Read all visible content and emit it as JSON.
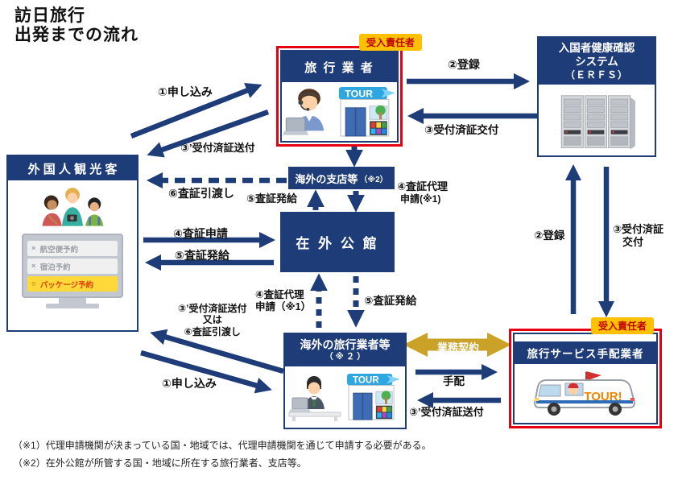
{
  "title": {
    "lines": [
      "訪日旅行",
      "出発までの流れ"
    ]
  },
  "badges": {
    "responsible": "受入責任者"
  },
  "boxes": {
    "travel_agency": {
      "label": "旅 行 業 者"
    },
    "erfs": {
      "lines": [
        "入国者健康確認",
        "システム",
        "（ＥＲＦＳ）"
      ]
    },
    "foreign_tourist": {
      "label": "外 国 人 観 光 客",
      "list": [
        {
          "mark": "×",
          "text": "航空便予約"
        },
        {
          "mark": "×",
          "text": "宿泊予約"
        },
        {
          "mark": "○",
          "text": "パッケージ予約"
        }
      ]
    },
    "overseas_branch": {
      "label": "海外の支店等",
      "note": "（※2）"
    },
    "embassy": {
      "label": "在 外 公 館"
    },
    "overseas_agency": {
      "label": "海外の旅行業者等",
      "note": "（ ※ ２ ）"
    },
    "arrangement_agency": {
      "label": "旅行サービス手配業者"
    }
  },
  "arrows": {
    "apply_top": "①申し込み",
    "send_receipt_top": "③’受付済証送付",
    "register_top": "②登録",
    "issue_receipt_top": "③受付済証交付",
    "visa_handover": "⑥査証引渡し",
    "visa_issue_mid": "⑤査証発給",
    "visa_proxy_right": [
      "④査証代理",
      "申請(※1)"
    ],
    "visa_apply": "④査証申請",
    "visa_issue_left": "⑤査証発給",
    "register_right": "②登録",
    "issue_receipt_right": [
      "③受付済証",
      "交付"
    ],
    "visa_proxy_bottom": [
      "④査証代理",
      "申請（※1）"
    ],
    "visa_issue_bottom": "⑤査証発給",
    "send_or": [
      "③’受付済証送付",
      "又は",
      "⑥査証引渡し"
    ],
    "apply_bottom": "①申し込み",
    "business_contract": "業務契約",
    "arrange": "手配",
    "send_receipt_bottom": "③’受付済証送付"
  },
  "illustrations": {
    "tour_sign": "TOUR",
    "tour_van": "TOUR!"
  },
  "footnotes": [
    "（※1）代理申請機関が決まっている国・地域では、代理申請機関を通じて申請する必要がある。",
    "（※2）在外公館が所管する国・地域に所在する旅行業者、支店等。"
  ],
  "colors": {
    "navy": "#1e3c78",
    "red_frame": "#e60012",
    "badge_bg": "#ffc000",
    "badge_text": "#c00000",
    "gold": "#c9a227",
    "highlight_yellow": "#ffd83a"
  }
}
